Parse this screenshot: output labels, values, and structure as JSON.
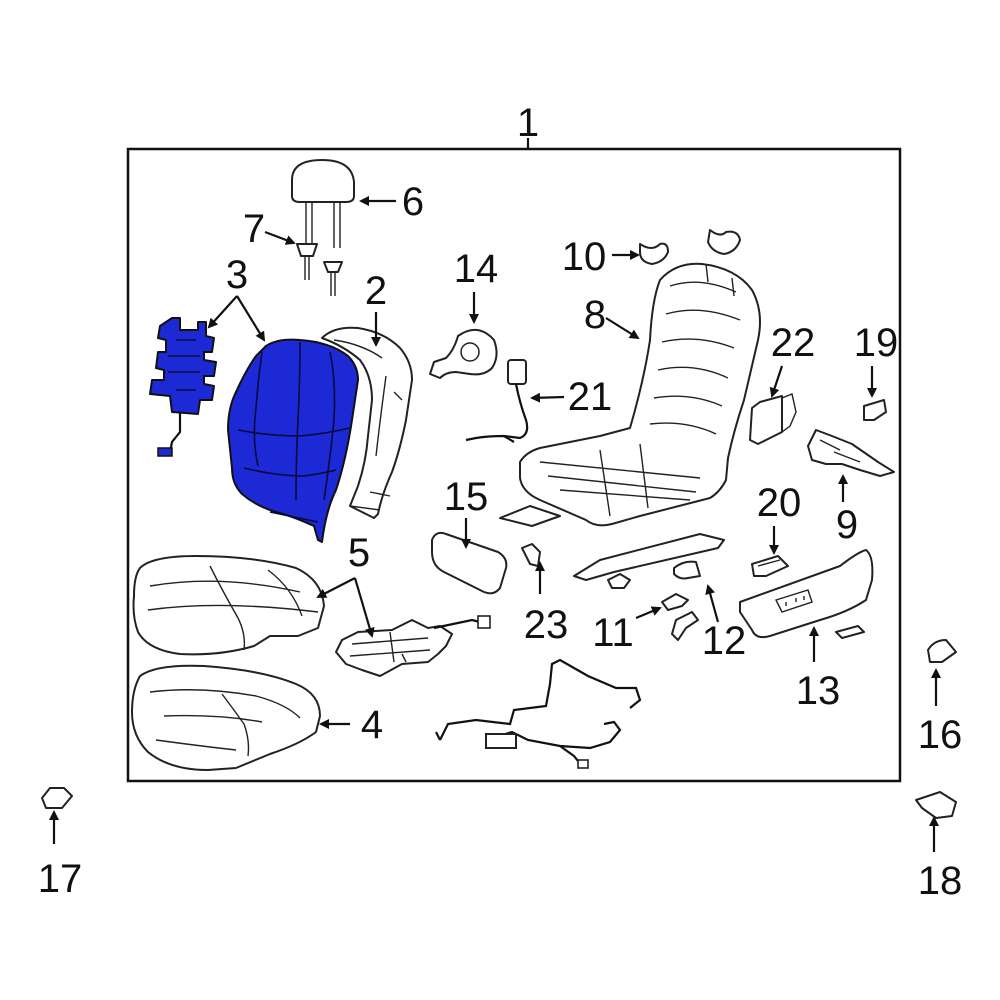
{
  "diagram": {
    "callouts": [
      "1",
      "2",
      "3",
      "4",
      "5",
      "6",
      "7",
      "8",
      "9",
      "10",
      "11",
      "12",
      "13",
      "14",
      "15",
      "16",
      "17",
      "18",
      "19",
      "20",
      "21",
      "22",
      "23"
    ],
    "highlight_color": "#1c29d4",
    "line_color": "#111111"
  }
}
